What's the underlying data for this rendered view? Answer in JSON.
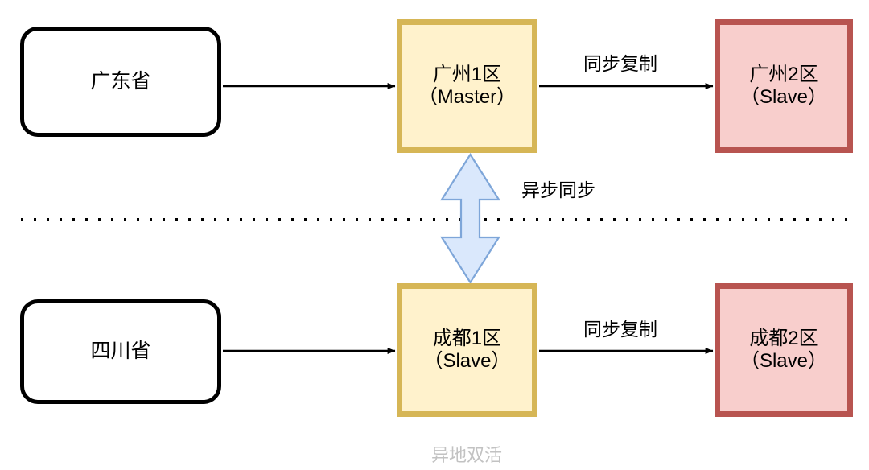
{
  "diagram": {
    "caption": "异地双活",
    "colors": {
      "master_fill": "#fff2cc",
      "master_border": "#d6b656",
      "slave_fill": "#f8cecc",
      "slave_border": "#b85450",
      "region_border": "#000000",
      "region_fill": "#ffffff",
      "async_arrow_fill": "#dae8fc",
      "async_arrow_border": "#7ea6d9",
      "connector": "#000000",
      "divider": "#000000",
      "caption_text": "#c2c2c2"
    },
    "nodes": {
      "guangdong": {
        "label": "广东省",
        "shape": "rounded-rectangle"
      },
      "sichuan": {
        "label": "四川省",
        "shape": "rounded-rectangle"
      },
      "guangzhou_zone1": {
        "line1": "广州1区",
        "line2": "（Master）",
        "role": "Master"
      },
      "guangzhou_zone2": {
        "line1": "广州2区",
        "line2": "（Slave）",
        "role": "Slave"
      },
      "chengdu_zone1": {
        "line1": "成都1区",
        "line2": "（Slave）",
        "role": "Slave"
      },
      "chengdu_zone2": {
        "line1": "成都2区",
        "line2": "（Slave）",
        "role": "Slave"
      }
    },
    "edges": {
      "guangdong_to_gz1": {
        "label": ""
      },
      "gz1_to_gz2": {
        "label": "同步复制"
      },
      "sichuan_to_cd1": {
        "label": ""
      },
      "cd1_to_cd2": {
        "label": "同步复制"
      },
      "gz1_to_cd1": {
        "label": "异步同步",
        "bidirectional": true
      }
    }
  }
}
